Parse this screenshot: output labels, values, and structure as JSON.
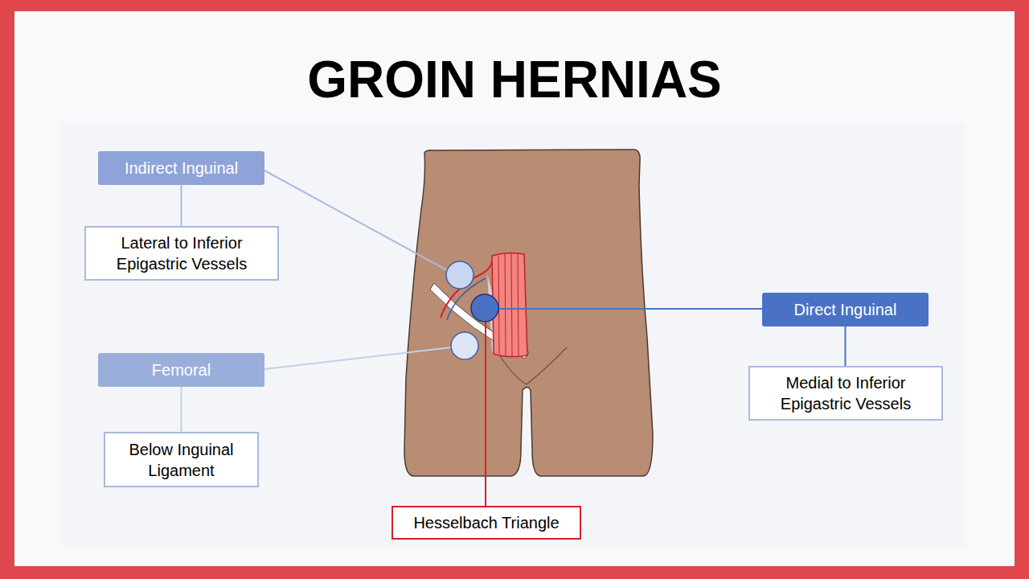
{
  "diagram": {
    "title": "GROIN HERNIAS",
    "nodes": [
      {
        "text": [
          "Indirect Inguinal"
        ]
      },
      {
        "text": [
          "Lateral to Inferior Epigastric Vessels"
        ]
      },
      {
        "text": [
          "Femoral"
        ]
      },
      {
        "text": [
          "Below Inguinal Ligament"
        ]
      },
      {
        "text": [
          "Direct Inguinal"
        ]
      },
      {
        "text": [
          "Medial to Inferior Epigastric Vessels"
        ]
      },
      {
        "text": [
          "Hesselbach Triangle"
        ]
      }
    ],
    "edges": [
      {
        "from": 0,
        "to": 1,
        "arrow": "none"
      },
      {
        "from": 2,
        "to": 3,
        "arrow": "none"
      },
      {
        "from": 4,
        "to": 5,
        "arrow": "none"
      }
    ]
  }
}
